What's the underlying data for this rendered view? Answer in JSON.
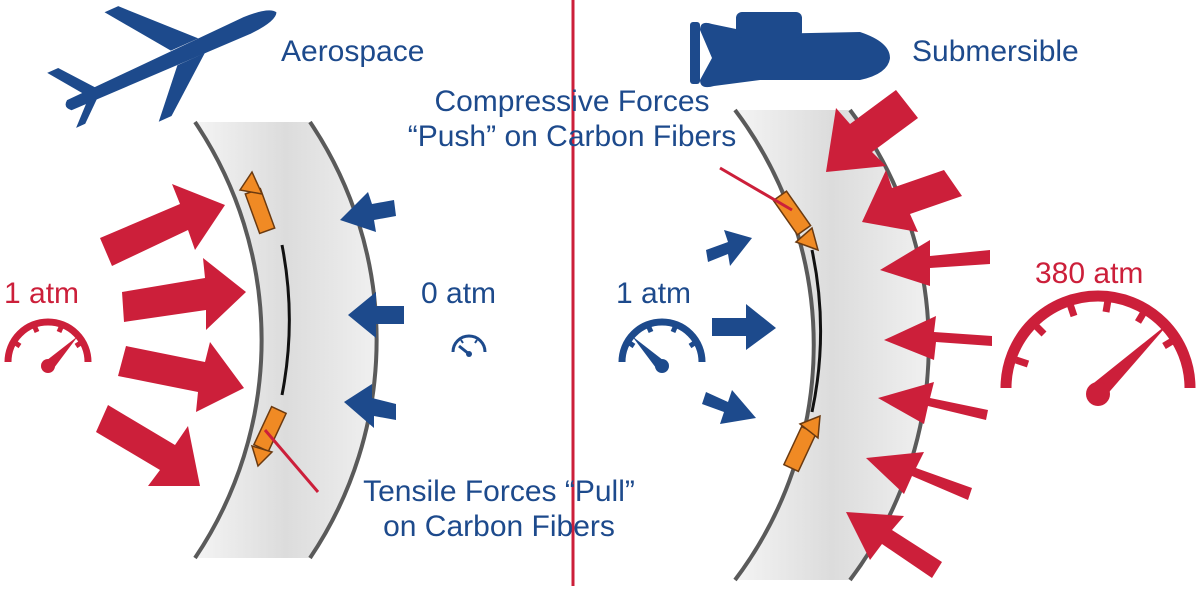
{
  "colors": {
    "navy": "#1d4a8c",
    "red": "#cc1f3a",
    "orange": "#f08a24",
    "hull_fill": "#e4e4e4",
    "hull_edge": "#5a5a5a"
  },
  "left_panel": {
    "title": "Aerospace",
    "icon": "airplane-icon",
    "outside_pressure": "1 atm",
    "inside_pressure": "0 atm",
    "fiber_label_line1": "Tensile Forces “Pull”",
    "fiber_label_line2": "on Carbon Fibers"
  },
  "right_panel": {
    "title": "Submersible",
    "icon": "submarine-icon",
    "inside_pressure": "1 atm",
    "outside_pressure": "380 atm",
    "fiber_label_line1": "Compressive Forces",
    "fiber_label_line2": "“Push” on Carbon Fibers"
  }
}
